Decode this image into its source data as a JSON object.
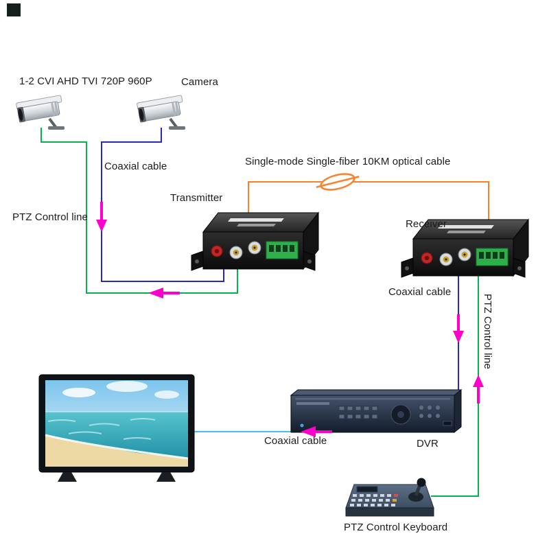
{
  "diagram": {
    "labels": {
      "camera_spec": "1-2 CVI AHD TVI 720P 960P",
      "camera": "Camera",
      "coaxial_left": "Coaxial cable",
      "optical_cable": "Single-mode Single-fiber 10KM optical cable",
      "ptz_left": "PTZ Control line",
      "transmitter": "Transmitter",
      "receiver": "Receiver",
      "coaxial_right": "Coaxial cable",
      "ptz_right": "PTZ Control line",
      "coaxial_bottom": "Coaxial cable",
      "dvr": "DVR",
      "ptz_keyboard": "PTZ Control Keyboard"
    },
    "colors": {
      "coaxial_line": "#2828bc",
      "ptz_line": "#00b44e",
      "optical_line": "#ff7f27",
      "video_line": "#3fc2f2",
      "arrow": "#ff00cc"
    }
  }
}
